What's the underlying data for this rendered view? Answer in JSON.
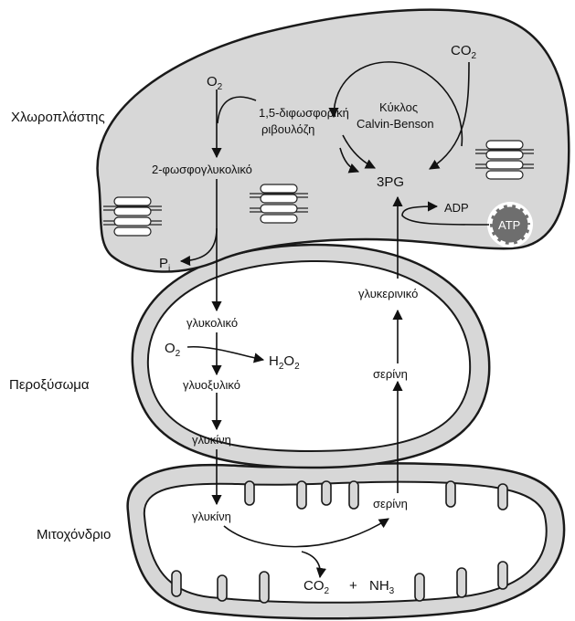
{
  "compartments": {
    "chloroplast": "Χλωροπλάστης",
    "peroxisome": "Περοξύσωμα",
    "mitochondrion": "Μιτοχόνδριο"
  },
  "metabolites": {
    "o2_top": "O",
    "o2_top_sub": "2",
    "rubp_line1": "1,5-διφωσφορική",
    "rubp_line2": "ριβουλόζη",
    "calvin_line1": "Κύκλος",
    "calvin_line2": "Calvin-Benson",
    "co2_top": "CO",
    "co2_top_sub": "2",
    "phosphoglycolate": "2-φωσφογλυκολικό",
    "pg3": "3PG",
    "adp": "ADP",
    "atp": "ATP",
    "pi": "P",
    "pi_sub": "i",
    "glycolate": "γλυκολικό",
    "o2_perox": "O",
    "o2_perox_sub": "2",
    "h2o2_h": "H",
    "h2o2_sub1": "2",
    "h2o2_o": "O",
    "h2o2_sub2": "2",
    "glyoxylate": "γλυοξυλικό",
    "glycine_perox": "γλυκίνη",
    "glycerate": "γλυκερινικό",
    "serine_perox": "σερίνη",
    "glycine_mito": "γλυκίνη",
    "serine_mito": "σερίνη",
    "co2_bottom": "CO",
    "co2_bottom_sub": "2",
    "plus": "+",
    "nh3": "NH",
    "nh3_sub": "3"
  },
  "colors": {
    "organelle_fill": "#d7d7d7",
    "organelle_stroke": "#1a1a1a",
    "inner_fill": "#ffffff",
    "thylakoid_fill": "#ffffff",
    "atp_badge": "#6e6e6e",
    "arrow": "#111111"
  },
  "icons": [
    "thylakoid-stack-icon",
    "atp-gear-icon"
  ]
}
